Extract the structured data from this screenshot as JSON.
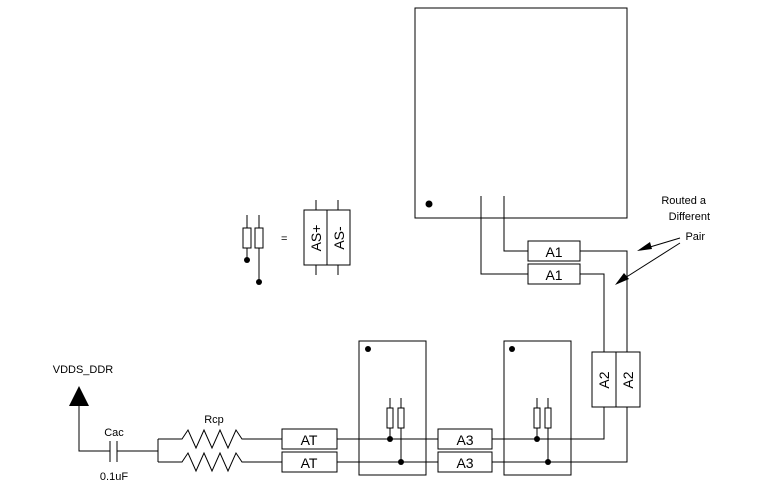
{
  "labels": {
    "routed_note": [
      "Routed a",
      "Different",
      "Pair"
    ],
    "equals": "=",
    "as_plus": "AS+",
    "as_minus": "AS-",
    "a1_top": "A1",
    "a1_bottom": "A1",
    "a2_left": "A2",
    "a2_right": "A2",
    "a3_top": "A3",
    "a3_bottom": "A3",
    "at_top": "AT",
    "at_bottom": "AT",
    "vdds": "VDDS_DDR",
    "cac": "Cac",
    "cap_value": "0.1uF",
    "rcp": "Rcp"
  }
}
